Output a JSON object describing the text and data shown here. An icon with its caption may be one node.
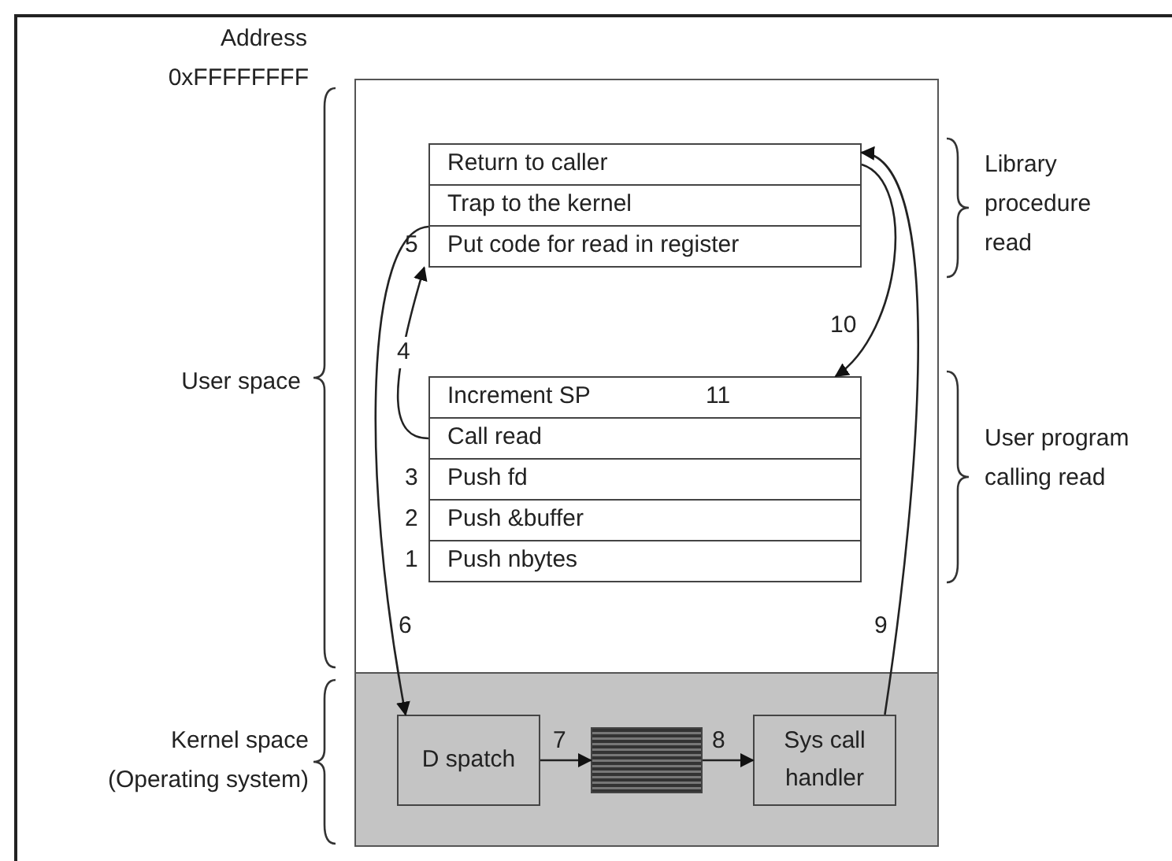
{
  "diagram": {
    "nodes": [
      {
        "text": [
          "Return to caller"
        ]
      },
      {
        "text": [
          "Trap to the kernel"
        ]
      },
      {
        "text": [
          "Put code for read in register"
        ],
        "beside": [
          "5"
        ]
      },
      {
        "text": [
          "Increment SP",
          "11"
        ]
      },
      {
        "text": [
          "Call read"
        ]
      },
      {
        "text": [
          "Push fd"
        ],
        "beside": [
          "3"
        ]
      },
      {
        "text": [
          "Push &buffer"
        ],
        "beside": [
          "2"
        ]
      },
      {
        "text": [
          "Push nbytes"
        ],
        "beside": [
          "1"
        ]
      },
      {
        "text": [
          "D spatch"
        ]
      },
      {
        "text": [],
        "shape": "box"
      },
      {
        "text": [
          "Sys call handler"
        ]
      }
    ],
    "edges": [
      {
        "from": 4,
        "to": 2,
        "arrow": "to",
        "label": "4"
      },
      {
        "from": 1,
        "to": 8,
        "arrow": "to",
        "label": "6"
      },
      {
        "from": 8,
        "to": 9,
        "arrow": "to",
        "label": "7"
      },
      {
        "from": 9,
        "to": 10,
        "arrow": "to",
        "label": "8"
      },
      {
        "from": 10,
        "to": 0,
        "arrow": "to",
        "label": "9"
      },
      {
        "from": 0,
        "to": 3,
        "arrow": "to",
        "label": "10"
      }
    ],
    "labels": [
      "Address",
      "0xFFFFFFFF",
      "Library procedure read",
      "User space",
      "User program calling read",
      "Kernel space (Operating system)"
    ]
  }
}
